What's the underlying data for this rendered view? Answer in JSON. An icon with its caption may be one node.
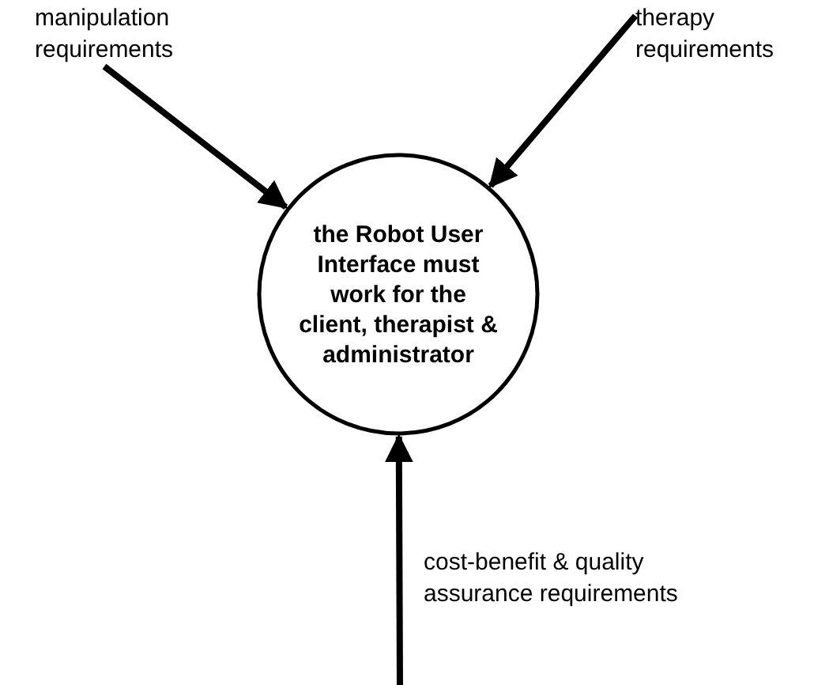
{
  "diagram": {
    "nodes": [
      {
        "text": [
          "the Robot User Interface must work for the client, therapist & administrator"
        ]
      },
      {
        "text": [
          "manipulation requirements"
        ]
      },
      {
        "text": [
          "therapy requirements"
        ]
      }
    ],
    "edges": [
      {
        "from": 1,
        "to": 0,
        "arrow": "to"
      },
      {
        "from": 2,
        "to": 0,
        "arrow": "to"
      },
      {
        "from": null,
        "to": 0,
        "arrow": "to",
        "label": "cost-benefit & quality assurance requirements"
      }
    ]
  }
}
